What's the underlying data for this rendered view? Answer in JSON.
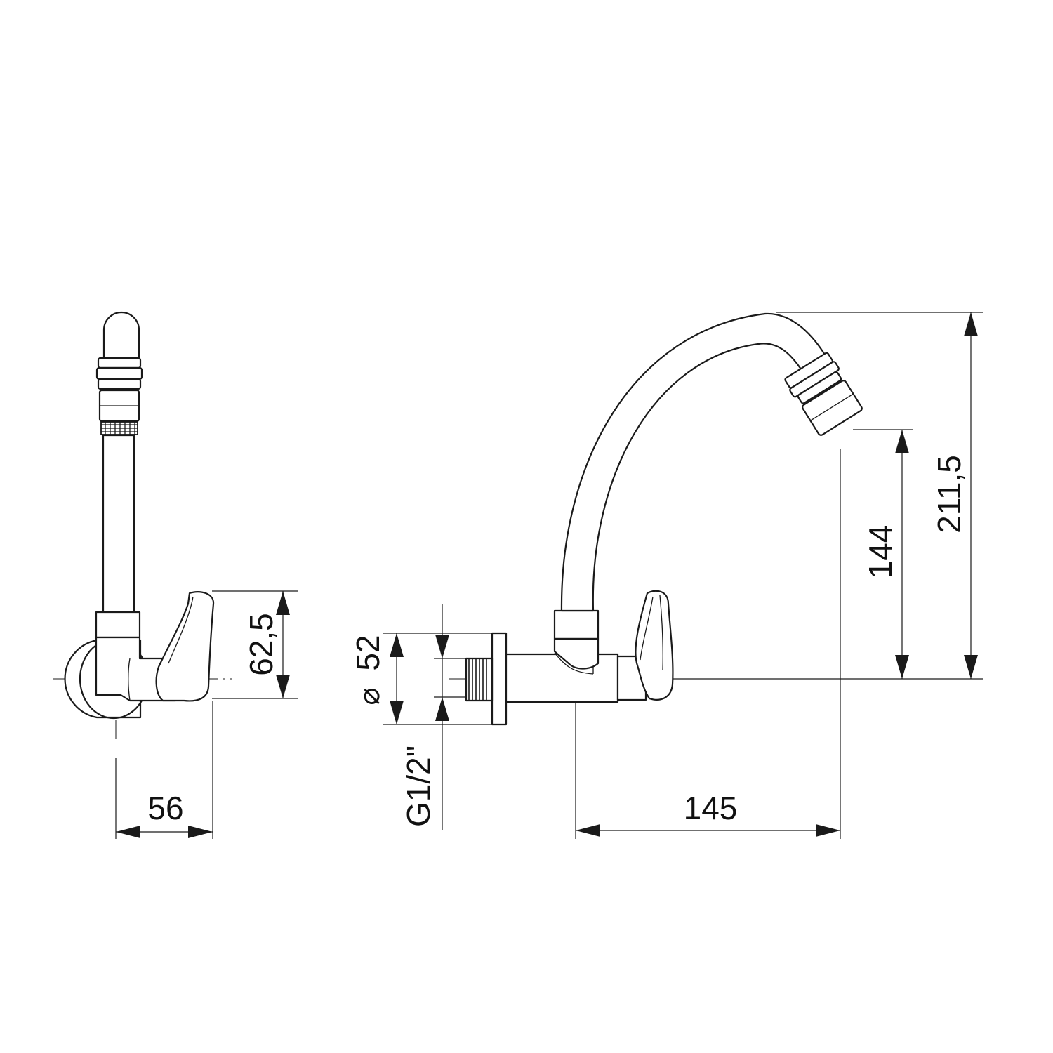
{
  "dimensions": {
    "side_height": "62,5",
    "side_depth": "56",
    "flange_diameter": "52",
    "diameter_symbol": "⌀",
    "thread": "G1/2\"",
    "reach": "145",
    "outlet_height": "144",
    "overall_height": "211,5"
  },
  "colors": {
    "line": "#1a1a1a",
    "background": "#ffffff"
  }
}
